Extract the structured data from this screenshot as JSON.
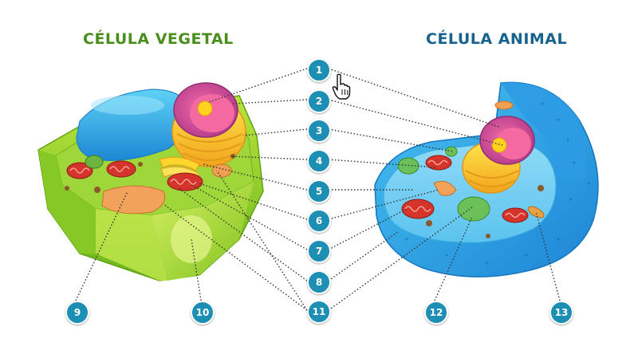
{
  "titles": {
    "plant": "CÉLULA VEGETAL",
    "animal": "CÉLULA ANIMAL"
  },
  "markers": [
    {
      "id": 1,
      "label": "1"
    },
    {
      "id": 2,
      "label": "2"
    },
    {
      "id": 3,
      "label": "3"
    },
    {
      "id": 4,
      "label": "4"
    },
    {
      "id": 5,
      "label": "5"
    },
    {
      "id": 6,
      "label": "6"
    },
    {
      "id": 7,
      "label": "7"
    },
    {
      "id": 8,
      "label": "8"
    },
    {
      "id": 9,
      "label": "9"
    },
    {
      "id": 10,
      "label": "10"
    },
    {
      "id": 11,
      "label": "11"
    },
    {
      "id": 12,
      "label": "12"
    },
    {
      "id": 13,
      "label": "13"
    }
  ],
  "colors": {
    "plant_title": "#4a8f1c",
    "animal_title": "#17628e",
    "marker": "#1e8fb4",
    "leader": "#333333"
  },
  "icons": {
    "cursor": "hand-pointer-icon"
  }
}
